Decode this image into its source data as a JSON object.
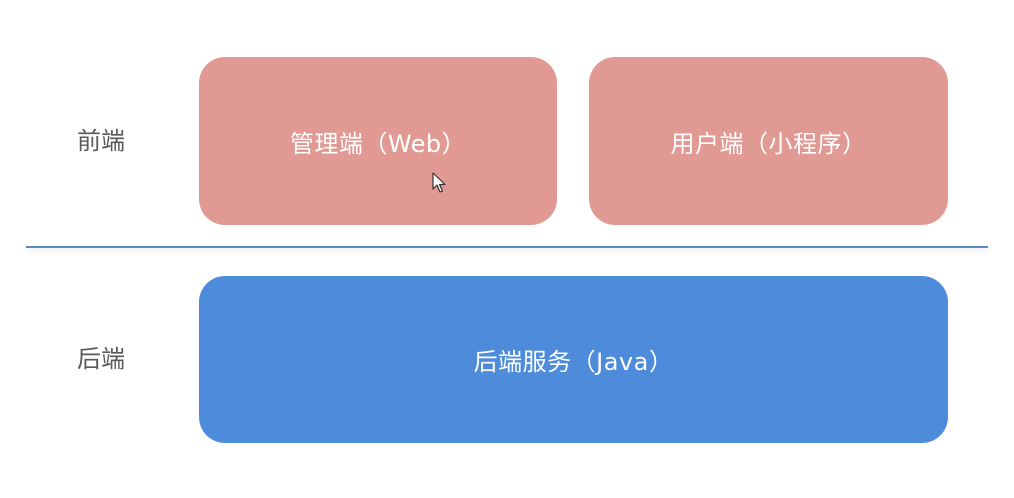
{
  "diagram": {
    "rows": [
      {
        "label": "前端",
        "boxes": [
          {
            "text": "管理端（Web）",
            "color": "#e09a93"
          },
          {
            "text": "用户端（小程序）",
            "color": "#e09a93"
          }
        ]
      },
      {
        "label": "后端",
        "boxes": [
          {
            "text": "后端服务（Java）",
            "color": "#4f8bdb"
          }
        ]
      }
    ],
    "divider_color": "#5b86c4"
  },
  "cursor": {
    "icon": "mouse-pointer-icon"
  }
}
